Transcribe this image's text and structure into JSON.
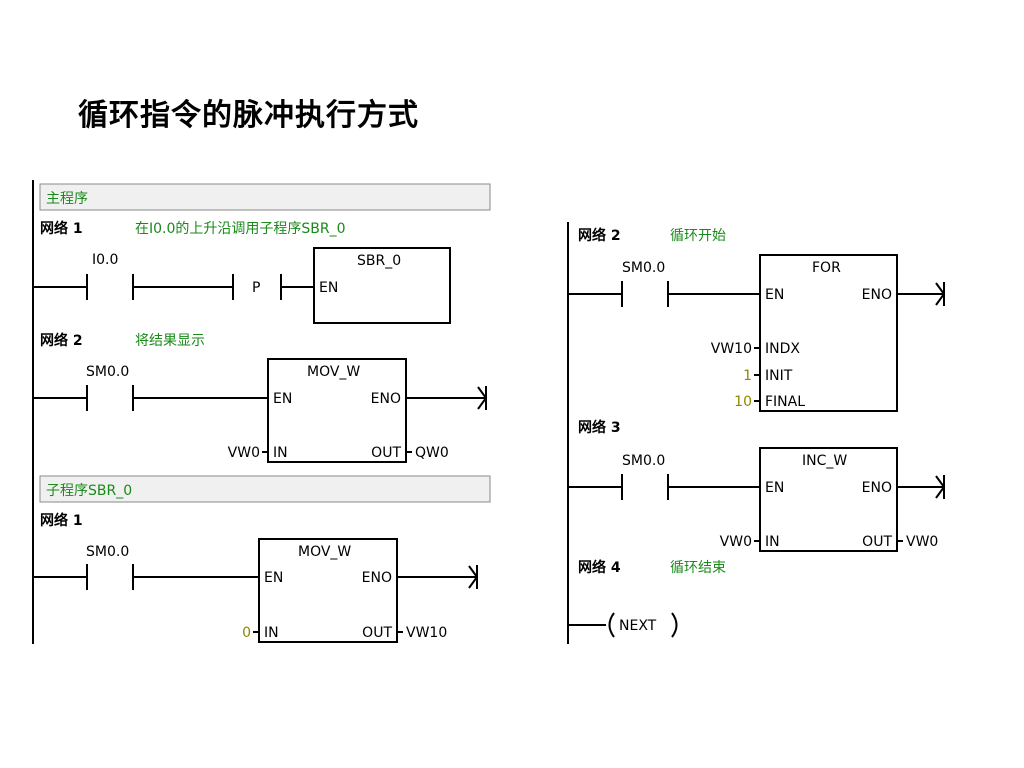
{
  "title": "循环指令的脉冲执行方式",
  "left_panel": {
    "main_program": {
      "header": "主程序",
      "network1": {
        "label": "网络 1",
        "comment": "在I0.0的上升沿调用子程序SBR_0",
        "contact": "I0.0",
        "edge": "P",
        "box_title": "SBR_0",
        "en": "EN"
      },
      "network2": {
        "label": "网络 2",
        "comment": "将结果显示",
        "contact": "SM0.0",
        "box_title": "MOV_W",
        "en": "EN",
        "eno": "ENO",
        "in": "IN",
        "out": "OUT",
        "in_val": "VW0",
        "out_val": "QW0"
      }
    },
    "subroutine": {
      "header": "子程序SBR_0",
      "network1": {
        "label": "网络 1",
        "contact": "SM0.0",
        "box_title": "MOV_W",
        "en": "EN",
        "eno": "ENO",
        "in": "IN",
        "out": "OUT",
        "in_val": "0",
        "out_val": "VW10"
      }
    }
  },
  "right_panel": {
    "network2": {
      "label": "网络 2",
      "comment": "循环开始",
      "contact": "SM0.0",
      "box_title": "FOR",
      "en": "EN",
      "eno": "ENO",
      "indx": "INDX",
      "init": "INIT",
      "final": "FINAL",
      "indx_val": "VW10",
      "init_val": "1",
      "final_val": "10"
    },
    "network3": {
      "label": "网络 3",
      "contact": "SM0.0",
      "box_title": "INC_W",
      "en": "EN",
      "eno": "ENO",
      "in": "IN",
      "out": "OUT",
      "in_val": "VW0",
      "out_val": "VW0"
    },
    "network4": {
      "label": "网络 4",
      "comment": "循环结束",
      "coil": "NEXT"
    }
  },
  "colors": {
    "comment": "#1a8a1a",
    "constant": "#8c8a00",
    "header_bg": "#f0f0f0"
  }
}
